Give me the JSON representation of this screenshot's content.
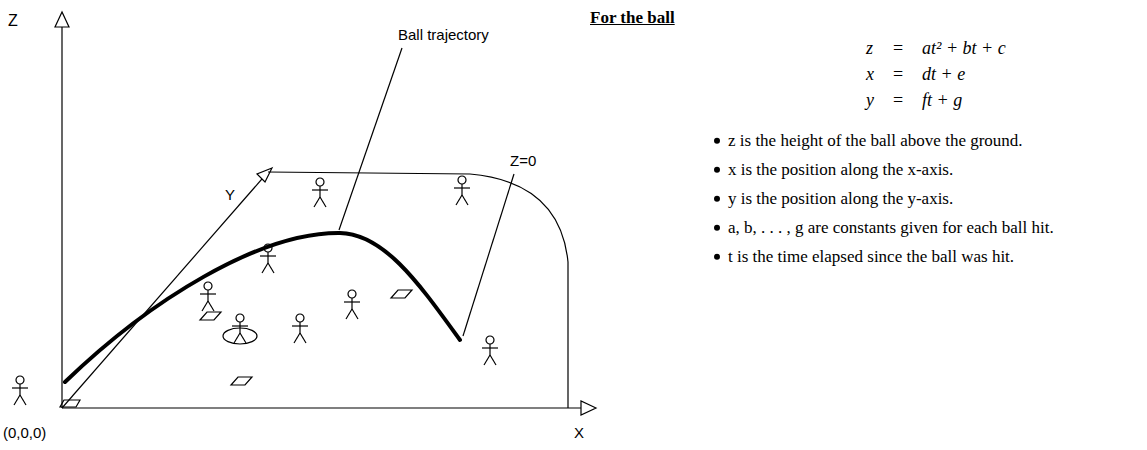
{
  "diagram": {
    "title": "For the ball",
    "labels": [
      "Z",
      "Y",
      "X",
      "(0,0,0)",
      "Ball trajectory",
      "Z=0",
      "z",
      "=",
      "at² + bt + c",
      "x",
      "=",
      "dt + e",
      "y",
      "=",
      "ft + g",
      "z is the height of the ball above the ground.",
      "x is the position along the x-axis.",
      "y is the position along the y-axis.",
      "a, b, . . . , g are constants given for each ball hit.",
      "t is the time elapsed since the ball was hit."
    ]
  }
}
